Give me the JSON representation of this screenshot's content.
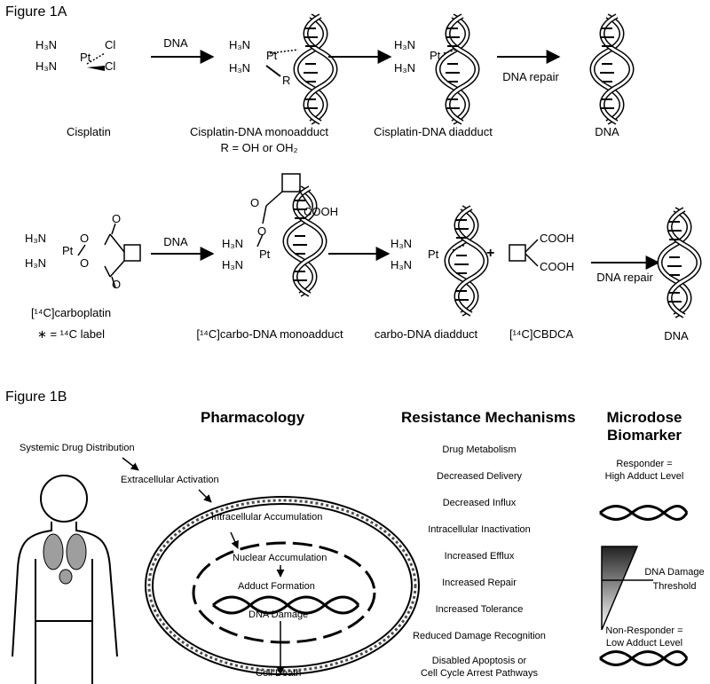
{
  "figure1a": {
    "label": "Figure 1A",
    "row1": {
      "cisplatin": {
        "h3n_top": "H₃N",
        "h3n_bot": "H₃N",
        "pt": "Pt",
        "cl_top": "Cl",
        "cl_bot": "Cl",
        "name": "Cisplatin"
      },
      "arrow1": "DNA",
      "monoadduct": {
        "h3n_top": "H₃N",
        "h3n_bot": "H₃N",
        "pt": "Pt",
        "r": "R",
        "name": "Cisplatin-DNA monoadduct",
        "note": "R = OH or OH₂"
      },
      "diadduct": {
        "h3n_top": "H₃N",
        "h3n_bot": "H₃N",
        "pt": "Pt",
        "name": "Cisplatin-DNA diadduct"
      },
      "arrow3": "DNA repair",
      "product": "DNA"
    },
    "row2": {
      "carboplatin": {
        "h3n_top": "H₃N",
        "h3n_bot": "H₃N",
        "pt": "Pt",
        "o_top": "O",
        "o_bot": "O",
        "o_c1": "O",
        "o_c2": "O",
        "name": "[¹⁴C]carboplatin",
        "label_note": "∗ = ¹⁴C label"
      },
      "arrow1": "DNA",
      "monoadduct": {
        "cooh": "COOH",
        "o1": "O",
        "o2": "O",
        "h3n_top": "H₃N",
        "h3n_bot": "H₃N",
        "pt": "Pt",
        "name": "[¹⁴C]carbo-DNA monoadduct"
      },
      "diadduct": {
        "h3n_top": "H₃N",
        "h3n_bot": "H₃N",
        "pt": "Pt",
        "name": "carbo-DNA diadduct"
      },
      "plus": "+",
      "cbdca": {
        "cooh_top": "COOH",
        "cooh_bot": "COOH",
        "name": "[¹⁴C]CBDCA"
      },
      "arrow3": "DNA repair",
      "product": "DNA"
    }
  },
  "figure1b": {
    "label": "Figure 1B",
    "pharmacology": {
      "title": "Pharmacology",
      "steps": {
        "systemic": "Systemic Drug Distribution",
        "extracellular": "Extracellular Activation",
        "intracellular": "Intracellular Accumulation",
        "nuclear": "Nuclear Accumulation",
        "adduct": "Adduct Formation",
        "damage": "DNA Damage",
        "death": "Cell Death"
      }
    },
    "resistance": {
      "title": "Resistance Mechanisms",
      "items": [
        "Drug Metabolism",
        "Decreased Delivery",
        "Decreased Influx",
        "Intracellular Inactivation",
        "Increased Efflux",
        "Increased Repair",
        "Increased Tolerance",
        "Reduced Damage Recognition",
        "Disabled Apoptosis or",
        "Cell Cycle Arrest Pathways"
      ]
    },
    "biomarker": {
      "title_line1": "Microdose",
      "title_line2": "Biomarker",
      "responder_line1": "Responder =",
      "responder_line2": "High Adduct Level",
      "threshold_line1": "DNA Damage",
      "threshold_line2": "Threshold",
      "nonresponder_line1": "Non-Responder =",
      "nonresponder_line2": "Low Adduct Level"
    }
  }
}
